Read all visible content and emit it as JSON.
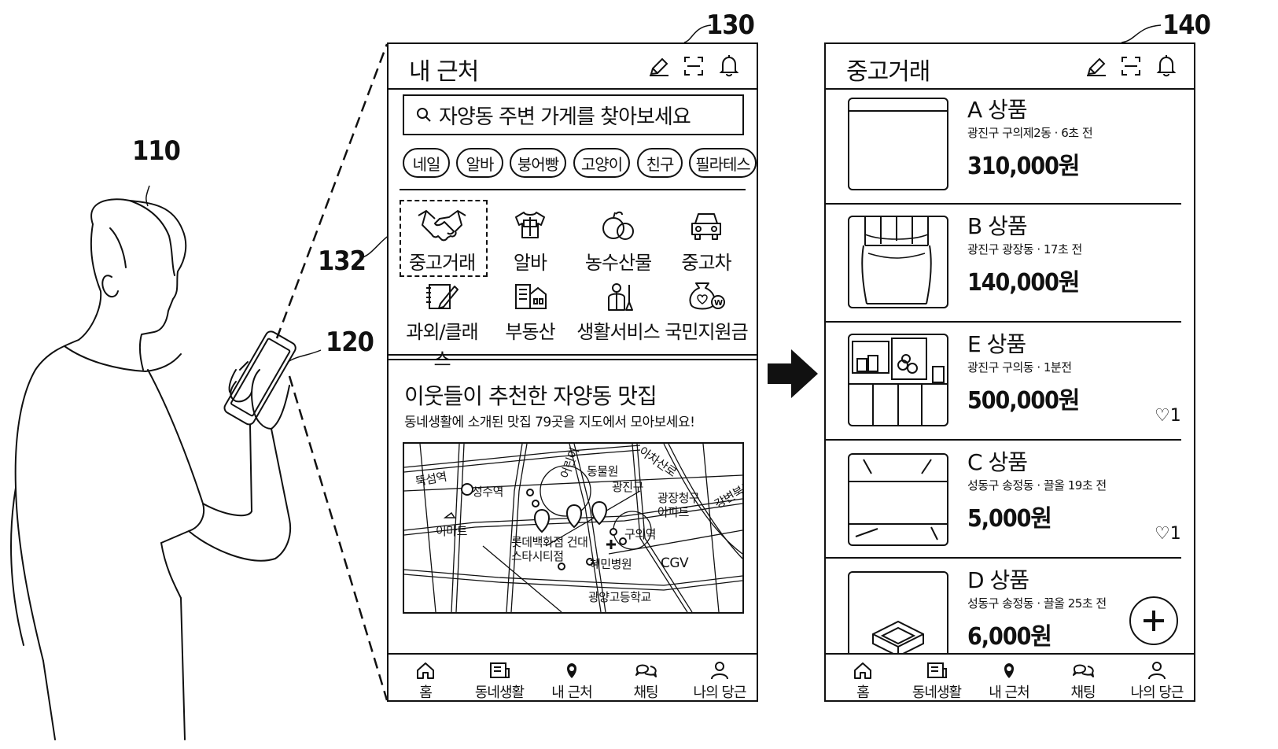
{
  "refs": {
    "person": "110",
    "device": "120",
    "screen_left": "130",
    "screen_right": "140",
    "category_highlight": "132"
  },
  "left_screen": {
    "title": "내 근처",
    "header_icons": [
      "pencil-icon",
      "scan-icon",
      "bell-icon"
    ],
    "search": {
      "placeholder": "자양동 주변 가게를 찾아보세요"
    },
    "chips": [
      "네일",
      "알바",
      "붕어빵",
      "고양이",
      "친구",
      "필라테스"
    ],
    "categories": [
      {
        "label": "중고거래",
        "icon": "handshake-icon"
      },
      {
        "label": "알바",
        "icon": "shirt-icon"
      },
      {
        "label": "농수산물",
        "icon": "fruit-icon"
      },
      {
        "label": "중고차",
        "icon": "car-icon"
      },
      {
        "label": "과외/클래스",
        "icon": "notebook-icon"
      },
      {
        "label": "부동산",
        "icon": "building-icon"
      },
      {
        "label": "생활서비스",
        "icon": "cleaner-icon"
      },
      {
        "label": "국민지원금",
        "icon": "money-bag-icon"
      }
    ],
    "recommend": {
      "title": "이웃들이 추천한 자양동 맛집",
      "subtitle": "동네생활에 소개된 맛집 79곳을 지도에서 모아보세요!"
    },
    "map_labels": [
      "뚝섬역",
      "성수역",
      "이마트",
      "어린이",
      "동물원",
      "광진구",
      "아차산로",
      "광장청구아파트",
      "롯데백화점 건대스타시티점",
      "혜민병원",
      "구의역",
      "CGV",
      "광양고등학교",
      "강변북로"
    ]
  },
  "right_screen": {
    "title": "중고거래",
    "header_icons": [
      "pencil-icon",
      "scan-icon",
      "bell-icon"
    ],
    "items": [
      {
        "name": "A 상품",
        "meta": "광진구 구의제2동 · 6초 전",
        "price": "310,000원",
        "likes": ""
      },
      {
        "name": "B 상품",
        "meta": "광진구 광장동 · 17초 전",
        "price": "140,000원",
        "likes": ""
      },
      {
        "name": "E 상품",
        "meta": "광진구 구의동 · 1분전",
        "price": "500,000원",
        "likes": "♡1"
      },
      {
        "name": "C 상품",
        "meta": "성동구 송정동 · 끌올 19초 전",
        "price": "5,000원",
        "likes": "♡1"
      },
      {
        "name": "D 상품",
        "meta": "성동구 송정동 · 끌올 25초 전",
        "price": "6,000원",
        "likes": ""
      }
    ],
    "fab_icon": "plus-icon"
  },
  "nav": [
    {
      "label": "홈",
      "icon": "home-icon"
    },
    {
      "label": "동네생활",
      "icon": "board-icon"
    },
    {
      "label": "내 근처",
      "icon": "location-pin-icon"
    },
    {
      "label": "채팅",
      "icon": "chat-icon"
    },
    {
      "label": "나의 당근",
      "icon": "person-icon"
    }
  ]
}
